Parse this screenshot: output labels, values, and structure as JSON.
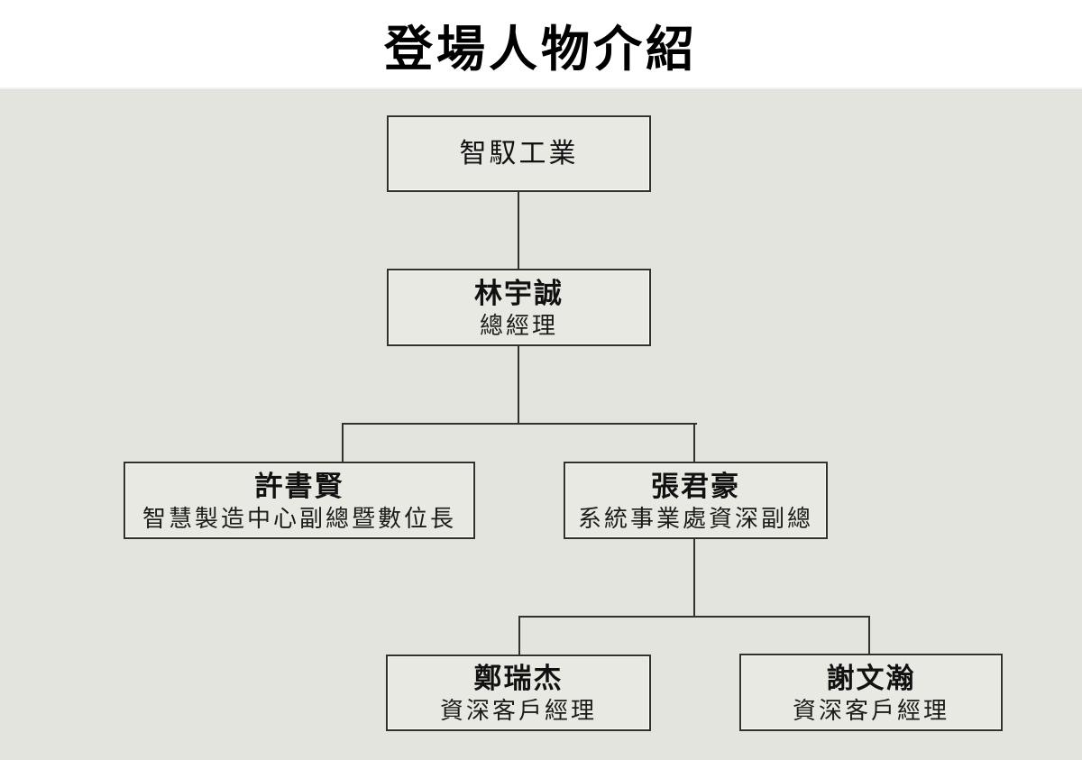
{
  "title": "登場人物介紹",
  "org": {
    "nodes": [
      {
        "name": "智馭工業",
        "role": ""
      },
      {
        "name": "林宇誠",
        "role": "總經理"
      },
      {
        "name": "許書賢",
        "role": "智慧製造中心副總暨數位長"
      },
      {
        "name": "張君豪",
        "role": "系統事業處資深副總"
      },
      {
        "name": "鄭瑞杰",
        "role": "資深客戶經理"
      },
      {
        "name": "謝文瀚",
        "role": "資深客戶經理"
      }
    ]
  },
  "colors": {
    "page_background": "#ffffff",
    "chart_background": "#e4e4de",
    "node_fill": "#e9e9e4",
    "node_border": "#32322c",
    "connector": "#32322c",
    "title_text": "#000000",
    "node_text": "#111111"
  }
}
